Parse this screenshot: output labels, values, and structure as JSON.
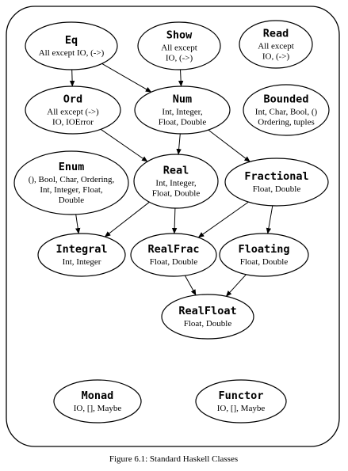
{
  "nodes": {
    "eq": {
      "name": "Eq",
      "lines": [
        "All except IO, (->)"
      ]
    },
    "show": {
      "name": "Show",
      "lines": [
        "All except",
        "IO, (->)"
      ]
    },
    "read": {
      "name": "Read",
      "lines": [
        "All except",
        "IO, (->)"
      ]
    },
    "ord": {
      "name": "Ord",
      "lines": [
        "All except (->)",
        "IO,  IOError"
      ]
    },
    "num": {
      "name": "Num",
      "lines": [
        "Int, Integer,",
        "Float, Double"
      ]
    },
    "bounded": {
      "name": "Bounded",
      "lines": [
        "Int, Char, Bool, ()",
        "Ordering, tuples"
      ]
    },
    "enum": {
      "name": "Enum",
      "lines": [
        "(), Bool, Char, Ordering,",
        "Int, Integer, Float,",
        "Double"
      ]
    },
    "real": {
      "name": "Real",
      "lines": [
        "Int, Integer,",
        "Float, Double"
      ]
    },
    "fractional": {
      "name": "Fractional",
      "lines": [
        "Float, Double"
      ]
    },
    "integral": {
      "name": "Integral",
      "lines": [
        "Int, Integer"
      ]
    },
    "realfrac": {
      "name": "RealFrac",
      "lines": [
        "Float, Double"
      ]
    },
    "floating": {
      "name": "Floating",
      "lines": [
        "Float, Double"
      ]
    },
    "realfloat": {
      "name": "RealFloat",
      "lines": [
        "Float, Double"
      ]
    },
    "monad": {
      "name": "Monad",
      "lines": [
        "IO, [], Maybe"
      ]
    },
    "functor": {
      "name": "Functor",
      "lines": [
        "IO, [], Maybe"
      ]
    }
  },
  "edges": [
    [
      "eq",
      "ord"
    ],
    [
      "eq",
      "num"
    ],
    [
      "show",
      "num"
    ],
    [
      "ord",
      "real"
    ],
    [
      "num",
      "real"
    ],
    [
      "num",
      "fractional"
    ],
    [
      "enum",
      "integral"
    ],
    [
      "real",
      "integral"
    ],
    [
      "real",
      "realfrac"
    ],
    [
      "fractional",
      "realfrac"
    ],
    [
      "fractional",
      "floating"
    ],
    [
      "realfrac",
      "realfloat"
    ],
    [
      "floating",
      "realfloat"
    ]
  ],
  "caption": "Figure 6.1: Standard Haskell Classes"
}
